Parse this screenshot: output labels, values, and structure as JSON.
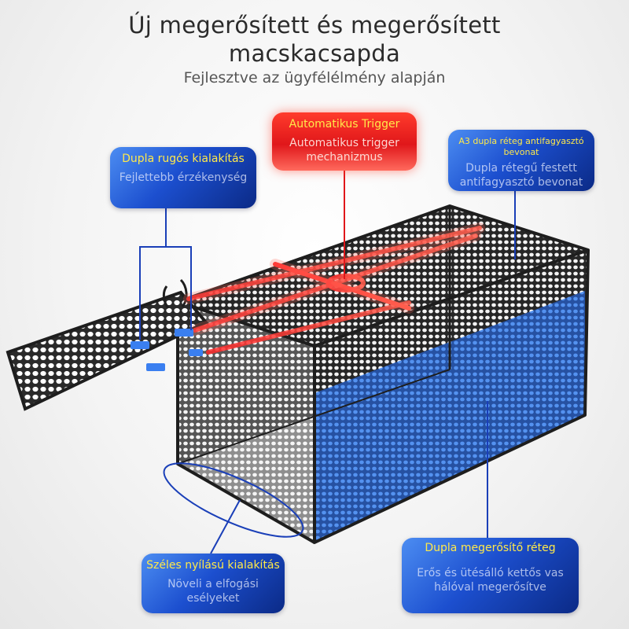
{
  "header": {
    "title_line1": "Új megerősített és megerősített",
    "title_line2": "macskacsapda",
    "subtitle": "Fejlesztve az ügyfélélmény alapján"
  },
  "callouts": {
    "spring": {
      "head": "Dupla rugós kialakítás",
      "body": "Fejlettebb érzékenység"
    },
    "trigger": {
      "head": "Automatikus Trigger",
      "body": "Automatikus trigger mechanizmus"
    },
    "coating": {
      "head": "A3 dupla réteg antifagyasztó bevonat",
      "body": "Dupla rétegű festett antifagyasztó bevonat"
    },
    "opening": {
      "head": "Széles nyílású kialakítás",
      "body": "Növeli a elfogási esélyeket"
    },
    "double_layer": {
      "head": "Dupla megerősítő réteg",
      "body": "Erős és ütésálló kettős vas hálóval megerősítve"
    }
  },
  "colors": {
    "callout_blue": "#1c4fcf",
    "callout_red": "#e0171a",
    "highlight_text": "#ffe94a",
    "cage_frame": "#1e1e1e",
    "connector_line": "#1a3fb8"
  }
}
